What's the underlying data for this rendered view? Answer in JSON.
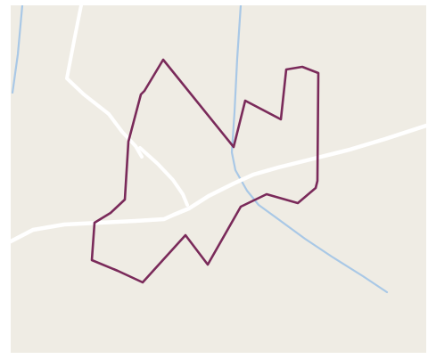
{
  "map": {
    "colors": {
      "land": "#efece4",
      "road": "#ffffff",
      "water": "#a9c8e6",
      "boundary": "#7a2a5a"
    },
    "layers": [
      "land",
      "waterways",
      "roads",
      "boundary"
    ]
  }
}
